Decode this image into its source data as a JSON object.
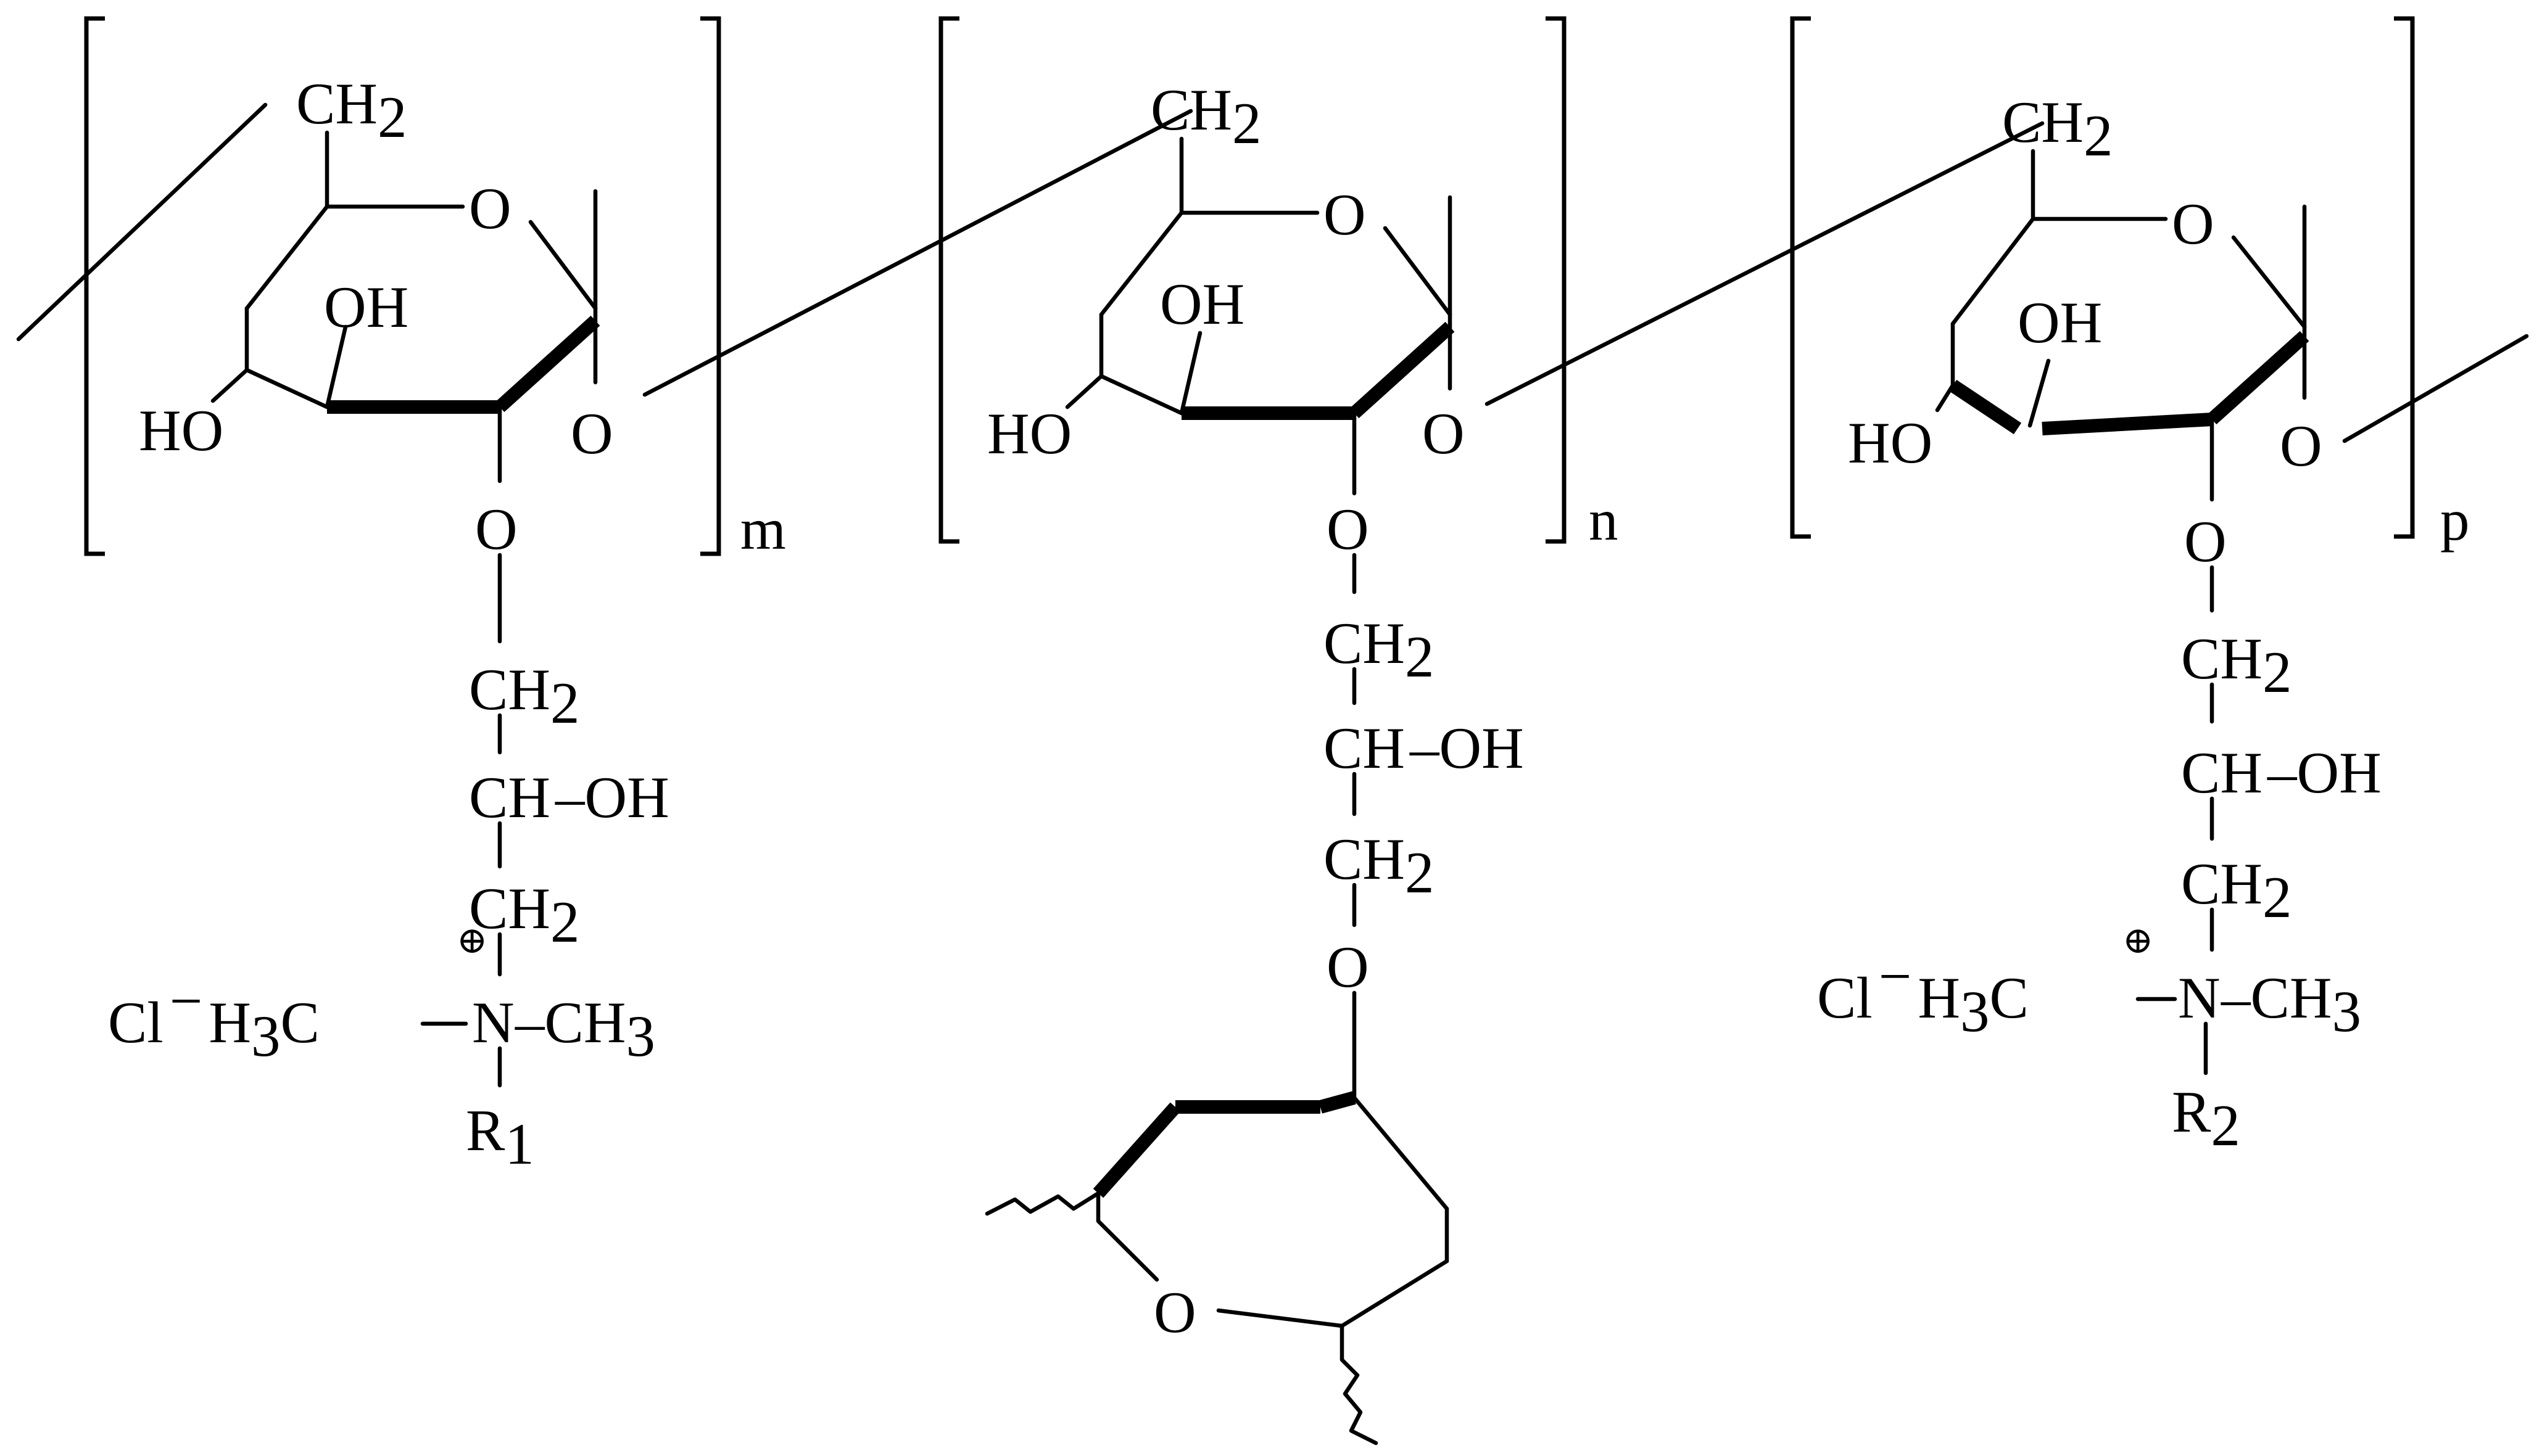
{
  "colors": {
    "ink": "#000000",
    "background": "#ffffff"
  },
  "labels": {
    "ch2": "CH",
    "sub2": "2",
    "sub3": "3",
    "o": "O",
    "oh": "OH",
    "ho": "HO",
    "ch_oh": "CH",
    "oh_dash": "–OH",
    "cl": "Cl",
    "minus": "−",
    "h3c": "H",
    "h3c_c": "C",
    "n": "N",
    "ch3": "–CH",
    "plus": "⊕",
    "r": "R",
    "r1_sub": "1",
    "r2_sub": "2"
  },
  "repeat_units": [
    {
      "subscript": "m"
    },
    {
      "subscript": "n"
    },
    {
      "subscript": "p"
    }
  ]
}
